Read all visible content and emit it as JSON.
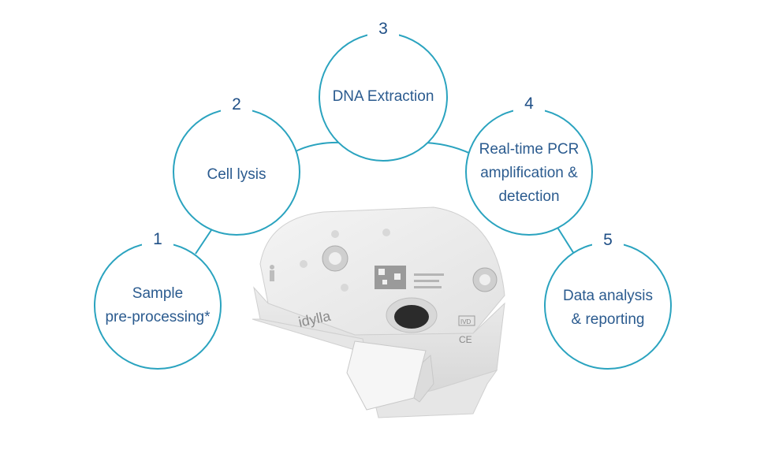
{
  "steps": [
    {
      "number": "1",
      "label": "Sample\npre-processing*"
    },
    {
      "number": "2",
      "label": "Cell lysis"
    },
    {
      "number": "3",
      "label": "DNA Extraction"
    },
    {
      "number": "4",
      "label": "Real-time PCR\namplification &\ndetection"
    },
    {
      "number": "5",
      "label": "Data analysis\n& reporting"
    }
  ],
  "device": {
    "brand_text": "idylla",
    "badge_ivd": "IVD",
    "badge_ce": "CE"
  },
  "colors": {
    "circle_stroke": "#2aa3bf",
    "number_text": "#1f4f86",
    "label_text": "#2b5b8f"
  }
}
